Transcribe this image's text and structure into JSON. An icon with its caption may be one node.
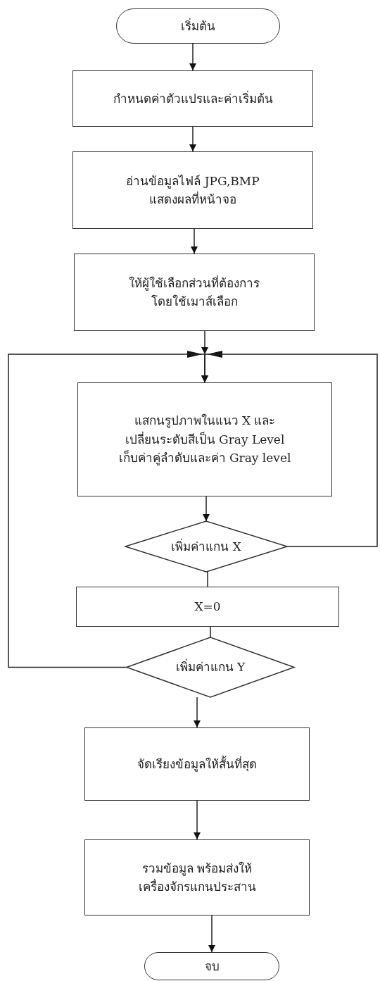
{
  "diagram": {
    "nodes": [
      {
        "text": [
          "เริ่มต้น"
        ]
      },
      {
        "text": [
          "กำหนดค่าตัวแปรและค่าเริ่มต้น"
        ]
      },
      {
        "text": [
          "อ่านข้อมูลไฟล์ JPG,BMP แสดงผลที่หน้าจอ"
        ]
      },
      {
        "text": [
          "ให้ผู้ใช้เลือกส่วนที่ต้องการ โดยใช้เมาส์เลือก"
        ]
      },
      {
        "text": [
          "แสกนรูปภาพในแนว X และ เปลี่ยนระดับสีเป็น Gray Level เก็บค่าคู่ลำดับและค่า Gray level"
        ]
      },
      {
        "text": [
          "เพิ่มค่าแกน X"
        ]
      },
      {
        "text": [
          "X=0"
        ]
      },
      {
        "text": [
          "เพิ่มค่าแกน Y"
        ]
      },
      {
        "text": [
          "จัดเรียงข้อมูลให้สั้นที่สุด"
        ]
      },
      {
        "text": [
          "รวมข้อมูล พร้อมส่งให้ เครื่องจักรแกนประสาน"
        ]
      },
      {
        "text": [
          "จบ"
        ]
      }
    ],
    "edges": [
      {
        "from": 0,
        "to": 1,
        "arrow": "to"
      },
      {
        "from": 1,
        "to": 2,
        "arrow": "to"
      },
      {
        "from": 2,
        "to": 3,
        "arrow": "to"
      },
      {
        "from": 3,
        "to": 4,
        "arrow": "to"
      },
      {
        "from": 4,
        "to": 5,
        "arrow": "to"
      },
      {
        "from": 5,
        "to": 6,
        "arrow": "none"
      },
      {
        "from": 6,
        "to": 7,
        "arrow": "none"
      },
      {
        "from": 7,
        "to": 8,
        "arrow": "to"
      },
      {
        "from": 8,
        "to": 9,
        "arrow": "to"
      },
      {
        "from": 9,
        "to": 10,
        "arrow": "to"
      },
      {
        "from": 5,
        "to": 4,
        "arrow": "to"
      },
      {
        "from": 7,
        "to": 4,
        "arrow": "to"
      }
    ]
  }
}
